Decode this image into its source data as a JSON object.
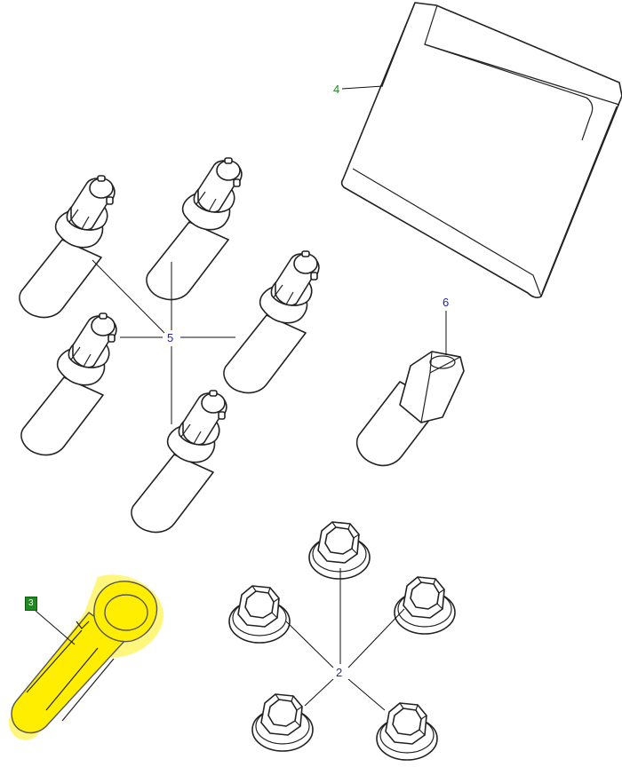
{
  "callouts": {
    "c4": "4",
    "c5": "5",
    "c6": "6",
    "c2": "2",
    "c3": "3"
  },
  "colors": {
    "green_callout": "#1f8a1f",
    "blue_callout": "#1c1cc8",
    "highlight": "#ffee00"
  }
}
